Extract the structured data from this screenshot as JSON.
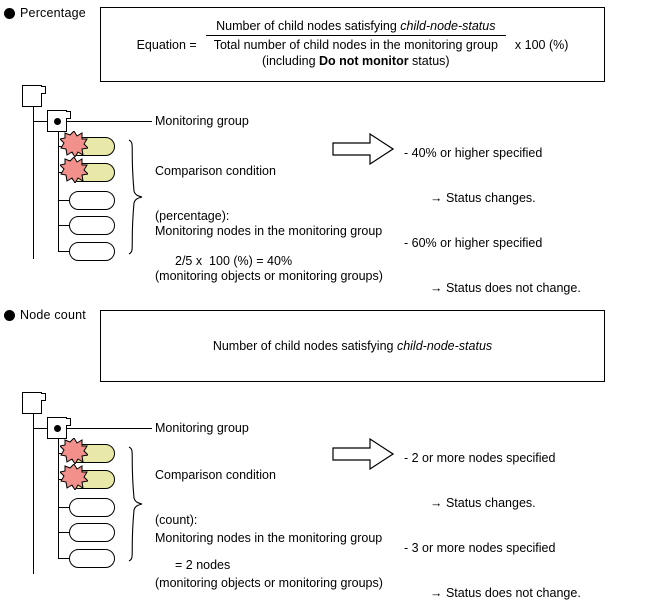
{
  "sections": [
    {
      "key": "percentage",
      "bullet_label": "Percentage",
      "formula": {
        "lhs": "Equation =",
        "numerator_pre": "Number of child nodes satisfying ",
        "numerator_italic": "child-node-status",
        "denominator_line1": "Total number of child nodes in the monitoring group",
        "denominator_line2_pre": "(including ",
        "denominator_line2_bold": "Do not monitor",
        "denominator_line2_post": " status)",
        "rhs": "x 100 (%)"
      },
      "tree": {
        "root_icon": "folder-icon",
        "group_icon": "monitoring-group-icon",
        "nodes": [
          {
            "state": "warning",
            "badge": "alert-starburst"
          },
          {
            "state": "warning",
            "badge": "alert-starburst"
          },
          {
            "state": "normal",
            "badge": ""
          },
          {
            "state": "normal",
            "badge": ""
          },
          {
            "state": "normal",
            "badge": ""
          }
        ]
      },
      "callouts": {
        "group_label": "Monitoring group",
        "condition_line1": "Comparison condition",
        "condition_line2": "(percentage):",
        "condition_line3": "2/5 x  100 (%) = 40%",
        "nodes_line1": "Monitoring nodes in the monitoring group",
        "nodes_line2": "(monitoring objects or monitoring groups)"
      },
      "results": [
        {
          "condition": "- 40% or higher specified",
          "outcome": "→ Status changes."
        },
        {
          "condition": "- 60% or higher specified",
          "outcome": "→ Status does not change."
        }
      ]
    },
    {
      "key": "node_count",
      "bullet_label": "Node count",
      "formula_text_pre": "Number of child nodes satisfying ",
      "formula_text_italic": "child-node-status",
      "tree": {
        "root_icon": "folder-icon",
        "group_icon": "monitoring-group-icon",
        "nodes": [
          {
            "state": "warning",
            "badge": "alert-starburst"
          },
          {
            "state": "warning",
            "badge": "alert-starburst"
          },
          {
            "state": "normal",
            "badge": ""
          },
          {
            "state": "normal",
            "badge": ""
          },
          {
            "state": "normal",
            "badge": ""
          }
        ]
      },
      "callouts": {
        "group_label": "Monitoring group",
        "condition_line1": "Comparison condition",
        "condition_line2": "(count):",
        "condition_line3": "= 2 nodes",
        "nodes_line1": "Monitoring nodes in the monitoring group",
        "nodes_line2": "(monitoring objects or monitoring groups)"
      },
      "results": [
        {
          "condition": "- 2 or more nodes specified",
          "outcome": "→ Status changes."
        },
        {
          "condition": "- 3 or more nodes specified",
          "outcome": "→ Status does not change."
        }
      ]
    }
  ],
  "colors": {
    "line": "#000000",
    "background": "#ffffff",
    "warning_node_fill": "#e8e8a8",
    "starburst_fill": "#f2918c",
    "starburst_stroke": "#d9534f"
  }
}
